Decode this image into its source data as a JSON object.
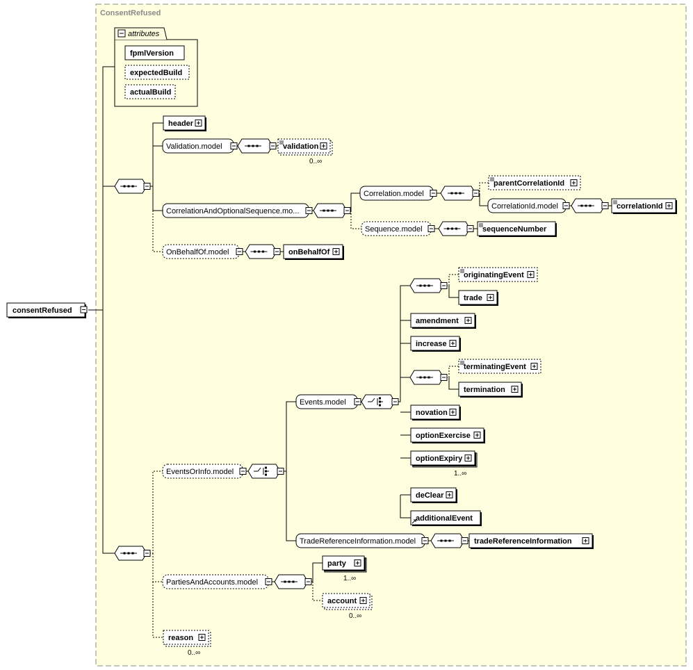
{
  "colors": {
    "background": "#ffffe0",
    "frame": "#8c8c8c",
    "box_fill": "#ffffff",
    "line": "#000000"
  },
  "container_title": "ConsentRefused",
  "root": {
    "name": "consentRefused",
    "toggle": "collapse"
  },
  "attributes": {
    "title": "attributes",
    "items": [
      {
        "name": "fpmlVersion",
        "optional": false
      },
      {
        "name": "expectedBuild",
        "optional": true
      },
      {
        "name": "actualBuild",
        "optional": true
      }
    ]
  },
  "compositors": [
    {
      "id": "seq-main",
      "type": "sequence"
    },
    {
      "id": "seq-validation",
      "type": "sequence"
    },
    {
      "id": "seq-corr-opt",
      "type": "sequence"
    },
    {
      "id": "seq-corr",
      "type": "sequence"
    },
    {
      "id": "seq-corrid",
      "type": "sequence"
    },
    {
      "id": "seq-sequence",
      "type": "sequence"
    },
    {
      "id": "seq-obo",
      "type": "sequence"
    },
    {
      "id": "seq-body",
      "type": "sequence"
    },
    {
      "id": "choice-events-or-info",
      "type": "choice"
    },
    {
      "id": "choice-events",
      "type": "choice"
    },
    {
      "id": "seq-originating",
      "type": "sequence"
    },
    {
      "id": "seq-terminating",
      "type": "sequence"
    },
    {
      "id": "seq-tradeinfo",
      "type": "sequence"
    },
    {
      "id": "seq-parties",
      "type": "sequence"
    }
  ],
  "groups": [
    {
      "id": "validation-model",
      "label": "Validation.model",
      "optional": false
    },
    {
      "id": "corr-opt-model",
      "label": "CorrelationAndOptionalSequence.mo...",
      "optional": false
    },
    {
      "id": "corr-model",
      "label": "Correlation.model",
      "optional": false
    },
    {
      "id": "corrid-model",
      "label": "CorrelationId.model",
      "optional": false
    },
    {
      "id": "sequence-model",
      "label": "Sequence.model",
      "optional": true
    },
    {
      "id": "obo-model",
      "label": "OnBehalfOf.model",
      "optional": true
    },
    {
      "id": "events-or-info-model",
      "label": "EventsOrInfo.model",
      "optional": true
    },
    {
      "id": "events-model",
      "label": "Events.model",
      "optional": false
    },
    {
      "id": "tradeinfo-model",
      "label": "TradeReferenceInformation.model",
      "optional": false
    },
    {
      "id": "parties-model",
      "label": "PartiesAndAccounts.model",
      "optional": true
    }
  ],
  "elements": [
    {
      "id": "header",
      "label": "header",
      "optional": false,
      "expandable": true
    },
    {
      "id": "validation",
      "label": "validation",
      "optional": true,
      "expandable": true,
      "repeated": true,
      "occurs": "0..∞",
      "doc": true
    },
    {
      "id": "parentCorrelationId",
      "label": "parentCorrelationId",
      "optional": true,
      "expandable": true,
      "doc": true
    },
    {
      "id": "correlationId",
      "label": "correlationId",
      "optional": false,
      "expandable": true,
      "doc": true
    },
    {
      "id": "sequenceNumber",
      "label": "sequenceNumber",
      "optional": false,
      "expandable": false,
      "doc": true
    },
    {
      "id": "onBehalfOf",
      "label": "onBehalfOf",
      "optional": false,
      "expandable": true
    },
    {
      "id": "originatingEvent",
      "label": "originatingEvent",
      "optional": true,
      "expandable": true,
      "doc": true
    },
    {
      "id": "trade",
      "label": "trade",
      "optional": false,
      "expandable": true
    },
    {
      "id": "amendment",
      "label": "amendment",
      "optional": false,
      "expandable": true
    },
    {
      "id": "increase",
      "label": "increase",
      "optional": false,
      "expandable": true
    },
    {
      "id": "terminatingEvent",
      "label": "terminatingEvent",
      "optional": true,
      "expandable": true,
      "doc": true
    },
    {
      "id": "termination",
      "label": "termination",
      "optional": false,
      "expandable": true
    },
    {
      "id": "novation",
      "label": "novation",
      "optional": false,
      "expandable": true
    },
    {
      "id": "optionExercise",
      "label": "optionExercise",
      "optional": false,
      "expandable": true
    },
    {
      "id": "optionExpiry",
      "label": "optionExpiry",
      "optional": false,
      "expandable": true,
      "repeated": true,
      "occurs": "1..∞"
    },
    {
      "id": "deClear",
      "label": "deClear",
      "optional": false,
      "expandable": true
    },
    {
      "id": "additionalEvent",
      "label": "additionalEvent",
      "optional": false,
      "expandable": false,
      "abstract": true
    },
    {
      "id": "tradeReferenceInformation",
      "label": "tradeReferenceInformation",
      "optional": false,
      "expandable": true
    },
    {
      "id": "party",
      "label": "party",
      "optional": false,
      "expandable": true,
      "repeated": true,
      "occurs": "1..∞"
    },
    {
      "id": "account",
      "label": "account",
      "optional": true,
      "expandable": true,
      "repeated": true,
      "occurs": "0..∞"
    },
    {
      "id": "reason",
      "label": "reason",
      "optional": true,
      "expandable": true,
      "repeated": true,
      "occurs": "0..∞"
    }
  ]
}
